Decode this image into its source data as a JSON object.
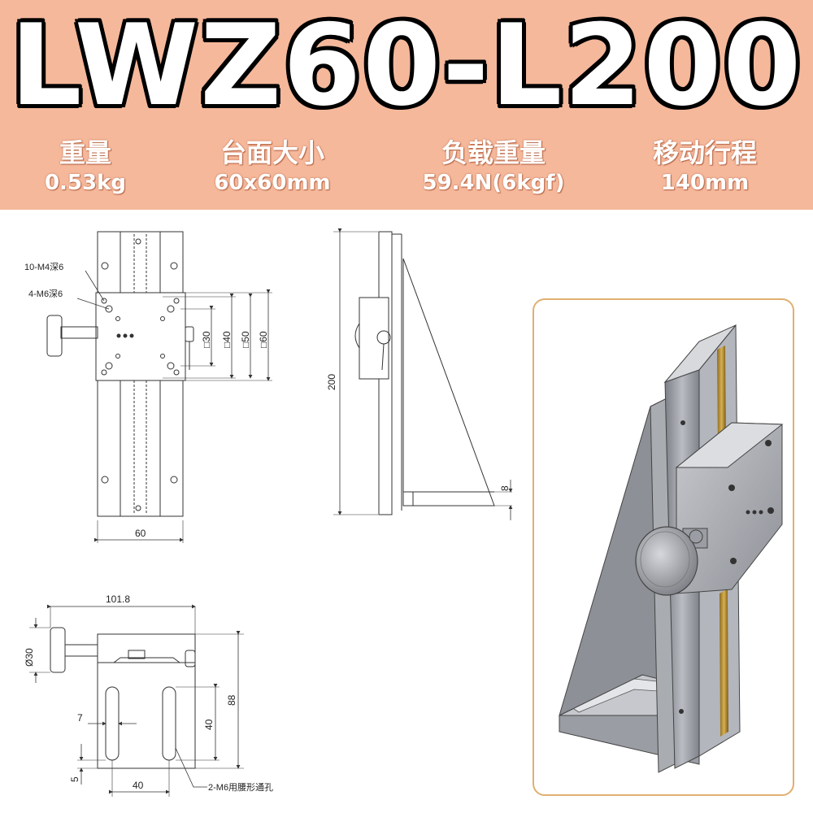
{
  "header": {
    "title": "LWZ60-L200",
    "specs": [
      {
        "label": "重量",
        "value": "0.53kg"
      },
      {
        "label": "台面大小",
        "value": "60x60mm"
      },
      {
        "label": "负载重量",
        "value": "59.4N(6kgf)"
      },
      {
        "label": "移动行程",
        "value": "140mm"
      }
    ]
  },
  "drawing_front": {
    "note_holes_m4": "10-M4深6",
    "note_holes_m6": "4-M6深6",
    "dims": [
      "□30",
      "□40",
      "□50",
      "□60"
    ],
    "width": "60"
  },
  "drawing_side": {
    "height": "200",
    "thickness": "8"
  },
  "drawing_bottom": {
    "overall_width": "101.8",
    "knob_diameter": "Ø30",
    "height": "88",
    "slot_width": "7",
    "slot_length": "40",
    "edge_offset": "5",
    "slot_spacing": "40",
    "note_slots": "2-M6用腰形通孔"
  },
  "photo": {
    "border_color": "#e0b070"
  }
}
